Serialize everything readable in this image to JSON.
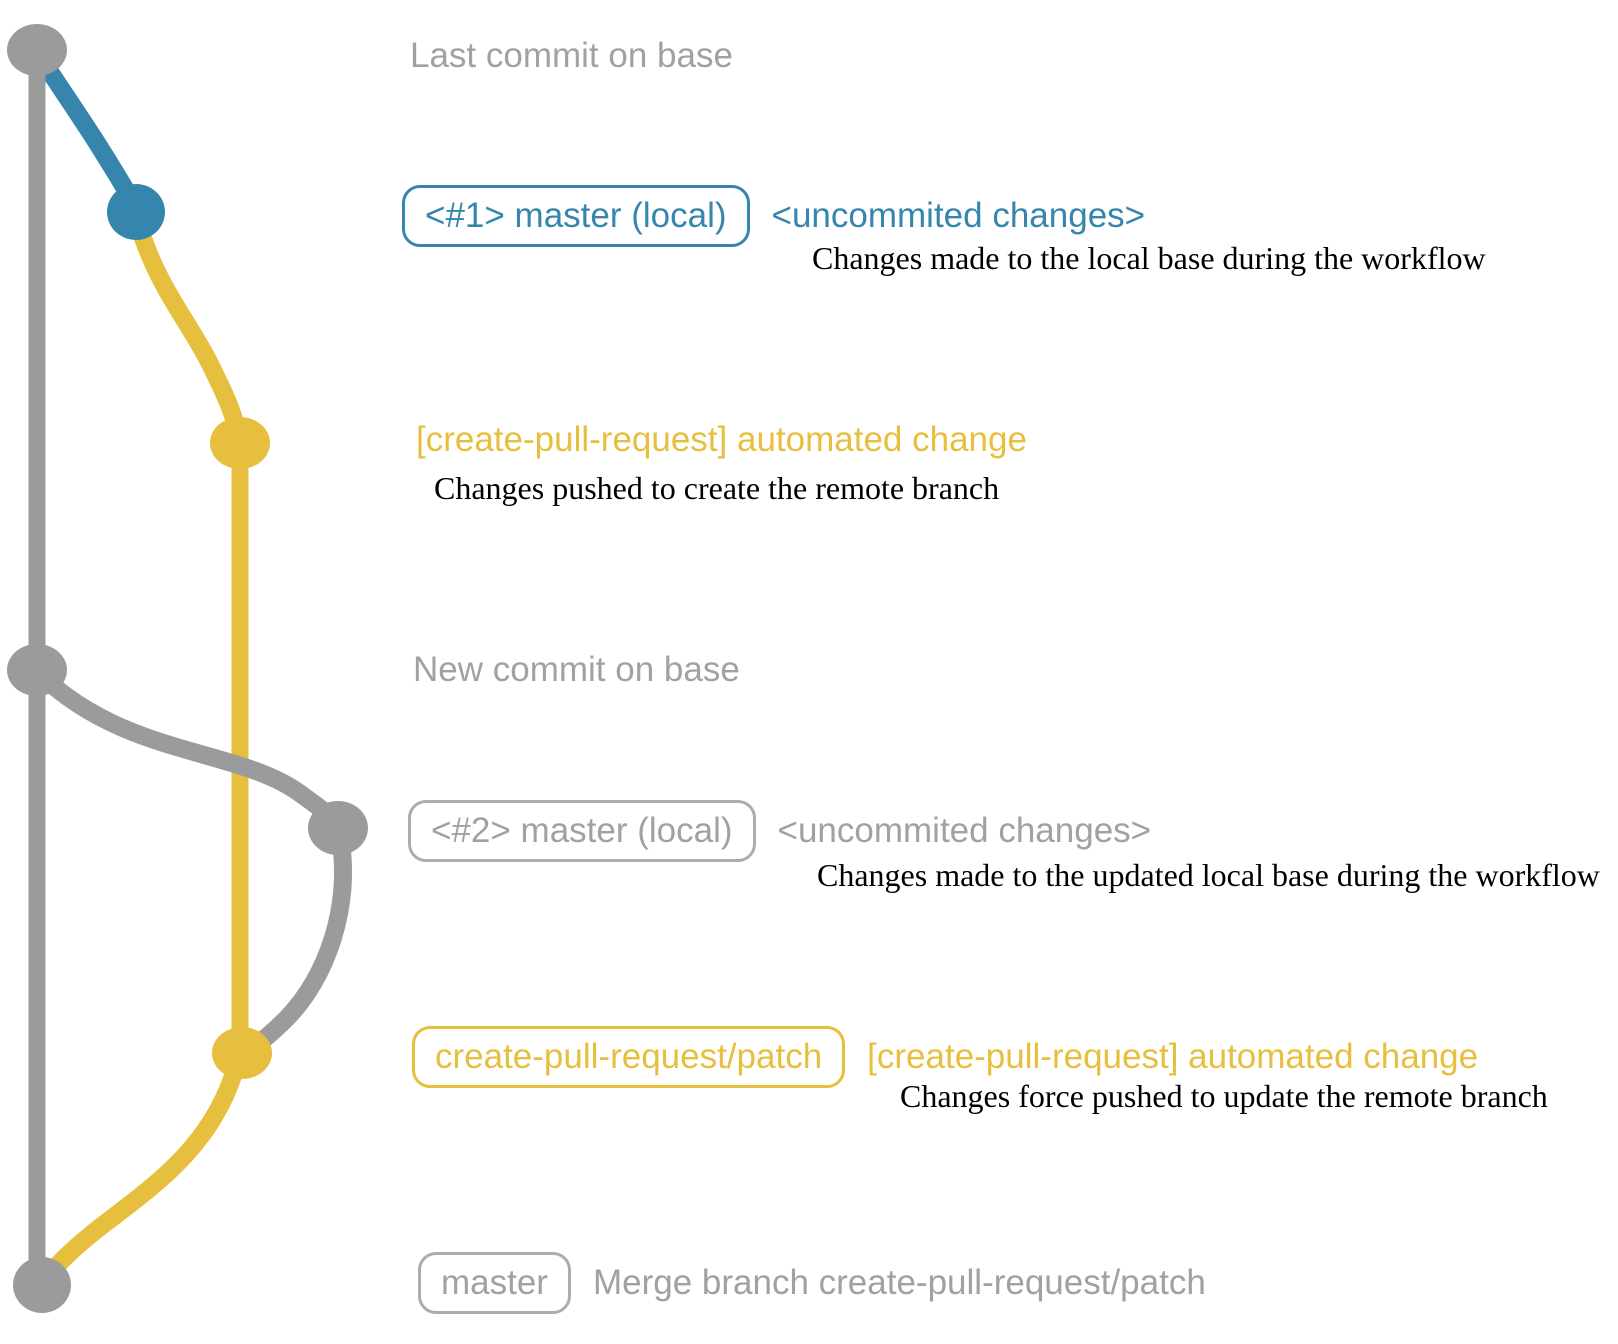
{
  "colors": {
    "base_gray": "#9b9b9b",
    "local_blue": "#3585ad",
    "branch_yellow": "#e7bf3e",
    "muted_text_gray": "#a1a1a1",
    "tag_border_gray": "#acacac",
    "description_black": "#000000"
  },
  "annotations": {
    "last_commit_on_base": "Last commit on base",
    "new_commit_on_base": "New commit on base"
  },
  "commit1": {
    "tag": "<#1> master (local)",
    "message": "<uncommited changes>",
    "description": "Changes made to the local base during the workflow"
  },
  "push1": {
    "message": "[create-pull-request] automated change",
    "description": "Changes pushed to create the remote branch"
  },
  "commit2": {
    "tag": "<#2> master (local)",
    "message": "<uncommited changes>",
    "description": "Changes made to the updated local base during the workflow"
  },
  "push2": {
    "tag": "create-pull-request/patch",
    "message": "[create-pull-request] automated change",
    "description": "Changes force pushed to update the remote branch"
  },
  "merge": {
    "tag": "master",
    "message": "Merge branch create-pull-request/patch"
  }
}
